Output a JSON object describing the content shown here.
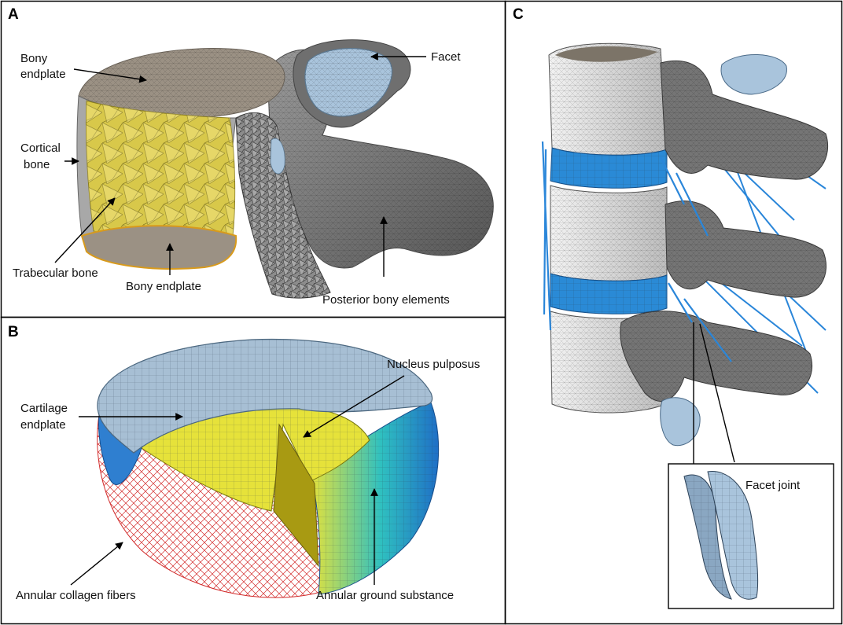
{
  "panels": {
    "a": {
      "letter": "A",
      "labels": {
        "bony_endplate_top_1": "Bony",
        "bony_endplate_top_2": "endplate",
        "facet": "Facet",
        "cortical_1": "Cortical",
        "cortical_2": "bone",
        "trabecular": "Trabecular bone",
        "bony_endplate_bottom": "Bony endplate",
        "posterior": "Posterior bony elements"
      }
    },
    "b": {
      "letter": "B",
      "labels": {
        "nucleus": "Nucleus pulposus",
        "cartilage_1": "Cartilage",
        "cartilage_2": "endplate",
        "collagen": "Annular collagen fibers",
        "ground": "Annular ground substance"
      }
    },
    "c": {
      "letter": "C",
      "labels": {
        "facet_joint": "Facet joint"
      }
    }
  },
  "colors": {
    "bony_endplate": "#9b9184",
    "trabecular": "#d8c84a",
    "cortical": "#a8a8a8",
    "posterior": "#7a7a7a",
    "facet": "#a9c4dc",
    "cartilage": "#a7bfd4",
    "nucleus": "#e6e23a",
    "annulus": "#2f7fd0",
    "fibers": "#d22a2a",
    "vertebra": "#e7e7e7",
    "disc": "#2a8ad6",
    "ligament": "#2a86d9"
  }
}
